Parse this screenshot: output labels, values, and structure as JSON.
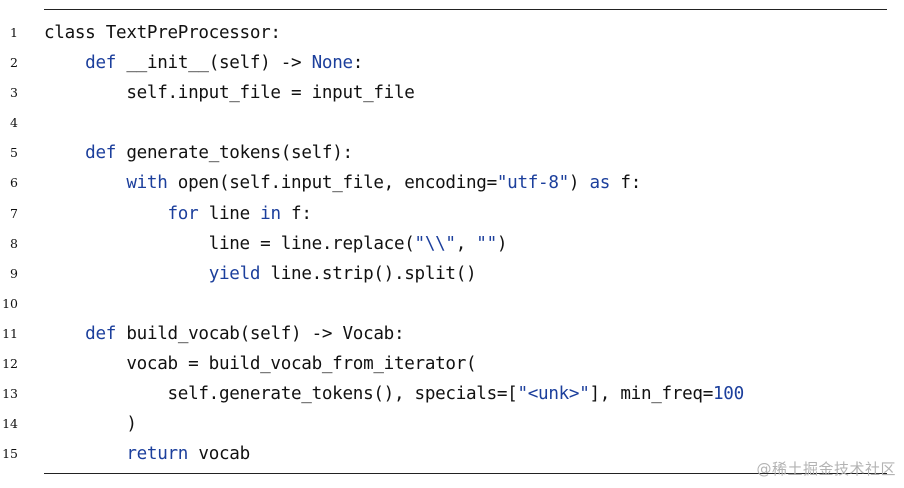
{
  "code_listing": {
    "lines": [
      {
        "number": "1",
        "segments": [
          {
            "t": "class TextPreProcessor:",
            "k": "plain"
          }
        ]
      },
      {
        "number": "2",
        "segments": [
          {
            "t": "    ",
            "k": "plain"
          },
          {
            "t": "def",
            "k": "kw"
          },
          {
            "t": " __init__(self) -> ",
            "k": "plain"
          },
          {
            "t": "None",
            "k": "kw"
          },
          {
            "t": ":",
            "k": "plain"
          }
        ]
      },
      {
        "number": "3",
        "segments": [
          {
            "t": "        self.input_file = input_file",
            "k": "plain"
          }
        ]
      },
      {
        "number": "4",
        "segments": []
      },
      {
        "number": "5",
        "segments": [
          {
            "t": "    ",
            "k": "plain"
          },
          {
            "t": "def",
            "k": "kw"
          },
          {
            "t": " generate_tokens(self):",
            "k": "plain"
          }
        ]
      },
      {
        "number": "6",
        "segments": [
          {
            "t": "        ",
            "k": "plain"
          },
          {
            "t": "with",
            "k": "kw"
          },
          {
            "t": " open(self.input_file, encoding=",
            "k": "plain"
          },
          {
            "t": "\"utf-8\"",
            "k": "str"
          },
          {
            "t": ") ",
            "k": "plain"
          },
          {
            "t": "as",
            "k": "kw"
          },
          {
            "t": " f:",
            "k": "plain"
          }
        ]
      },
      {
        "number": "7",
        "segments": [
          {
            "t": "            ",
            "k": "plain"
          },
          {
            "t": "for",
            "k": "kw"
          },
          {
            "t": " line ",
            "k": "plain"
          },
          {
            "t": "in",
            "k": "kw"
          },
          {
            "t": " f:",
            "k": "plain"
          }
        ]
      },
      {
        "number": "8",
        "segments": [
          {
            "t": "                line = line.replace(",
            "k": "plain"
          },
          {
            "t": "\"\\\\\"",
            "k": "str"
          },
          {
            "t": ", ",
            "k": "plain"
          },
          {
            "t": "\"\"",
            "k": "str"
          },
          {
            "t": ")",
            "k": "plain"
          }
        ]
      },
      {
        "number": "9",
        "segments": [
          {
            "t": "                ",
            "k": "plain"
          },
          {
            "t": "yield",
            "k": "kw"
          },
          {
            "t": " line.strip().split()",
            "k": "plain"
          }
        ]
      },
      {
        "number": "10",
        "segments": []
      },
      {
        "number": "11",
        "segments": [
          {
            "t": "    ",
            "k": "plain"
          },
          {
            "t": "def",
            "k": "kw"
          },
          {
            "t": " build_vocab(self) -> Vocab:",
            "k": "plain"
          }
        ]
      },
      {
        "number": "12",
        "segments": [
          {
            "t": "        vocab = build_vocab_from_iterator(",
            "k": "plain"
          }
        ]
      },
      {
        "number": "13",
        "segments": [
          {
            "t": "            self.generate_tokens(), specials=[",
            "k": "plain"
          },
          {
            "t": "\"<unk>\"",
            "k": "str"
          },
          {
            "t": "], min_freq=",
            "k": "plain"
          },
          {
            "t": "100",
            "k": "num"
          }
        ]
      },
      {
        "number": "14",
        "segments": [
          {
            "t": "        )",
            "k": "plain"
          }
        ]
      },
      {
        "number": "15",
        "segments": [
          {
            "t": "        ",
            "k": "plain"
          },
          {
            "t": "return",
            "k": "kw"
          },
          {
            "t": " vocab",
            "k": "plain"
          }
        ]
      }
    ]
  },
  "watermark": {
    "text": "@稀土掘金技术社区"
  },
  "colors": {
    "keyword": "#1c3f9c",
    "text": "#111111",
    "rule": "#222222",
    "watermark": "#b3b3b3"
  }
}
